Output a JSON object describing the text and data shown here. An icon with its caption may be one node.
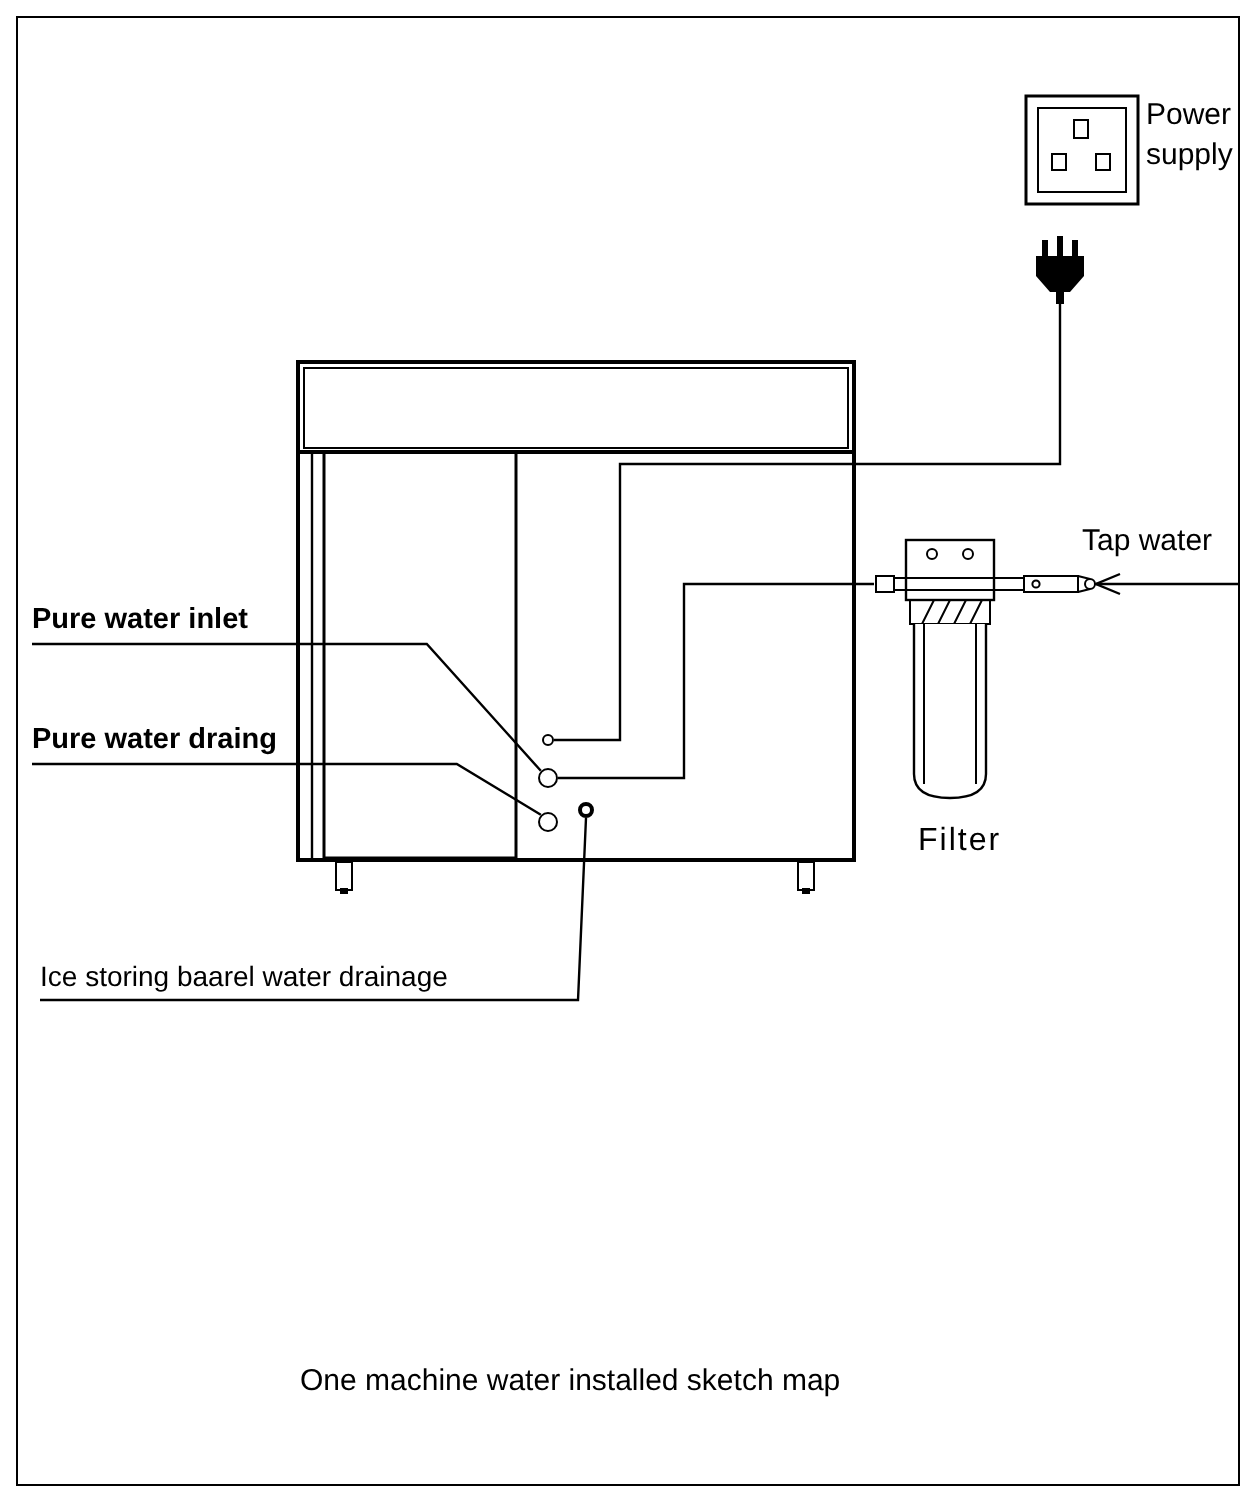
{
  "diagram": {
    "caption": "One machine water installed sketch map",
    "nodes": [
      {
        "text": [
          "Power supply"
        ]
      },
      {
        "text": [],
        "shape": "plug"
      },
      {
        "text": [],
        "shape": "box"
      },
      {
        "text": [],
        "shape": "circle",
        "in": 2
      },
      {
        "text": [],
        "shape": "circle",
        "in": 2
      },
      {
        "text": [],
        "shape": "circle",
        "in": 2
      },
      {
        "text": [],
        "shape": "circle",
        "in": 2
      },
      {
        "text": [
          "Filter"
        ]
      },
      {
        "text": [
          "Pure water inlet"
        ]
      },
      {
        "text": [
          "Pure water draing"
        ]
      },
      {
        "text": [
          "Ice storing baarel water drainage"
        ]
      }
    ],
    "edges": [
      {
        "from": 1,
        "to": 3,
        "arrow": "none"
      },
      {
        "from": 7,
        "to": 4,
        "arrow": "none"
      },
      {
        "from": null,
        "to": 7,
        "arrow": "to",
        "label": "Tap water"
      },
      {
        "from": 8,
        "to": 4,
        "arrow": "none"
      },
      {
        "from": 9,
        "to": 5,
        "arrow": "none"
      },
      {
        "from": 10,
        "to": 6,
        "arrow": "none"
      }
    ]
  }
}
